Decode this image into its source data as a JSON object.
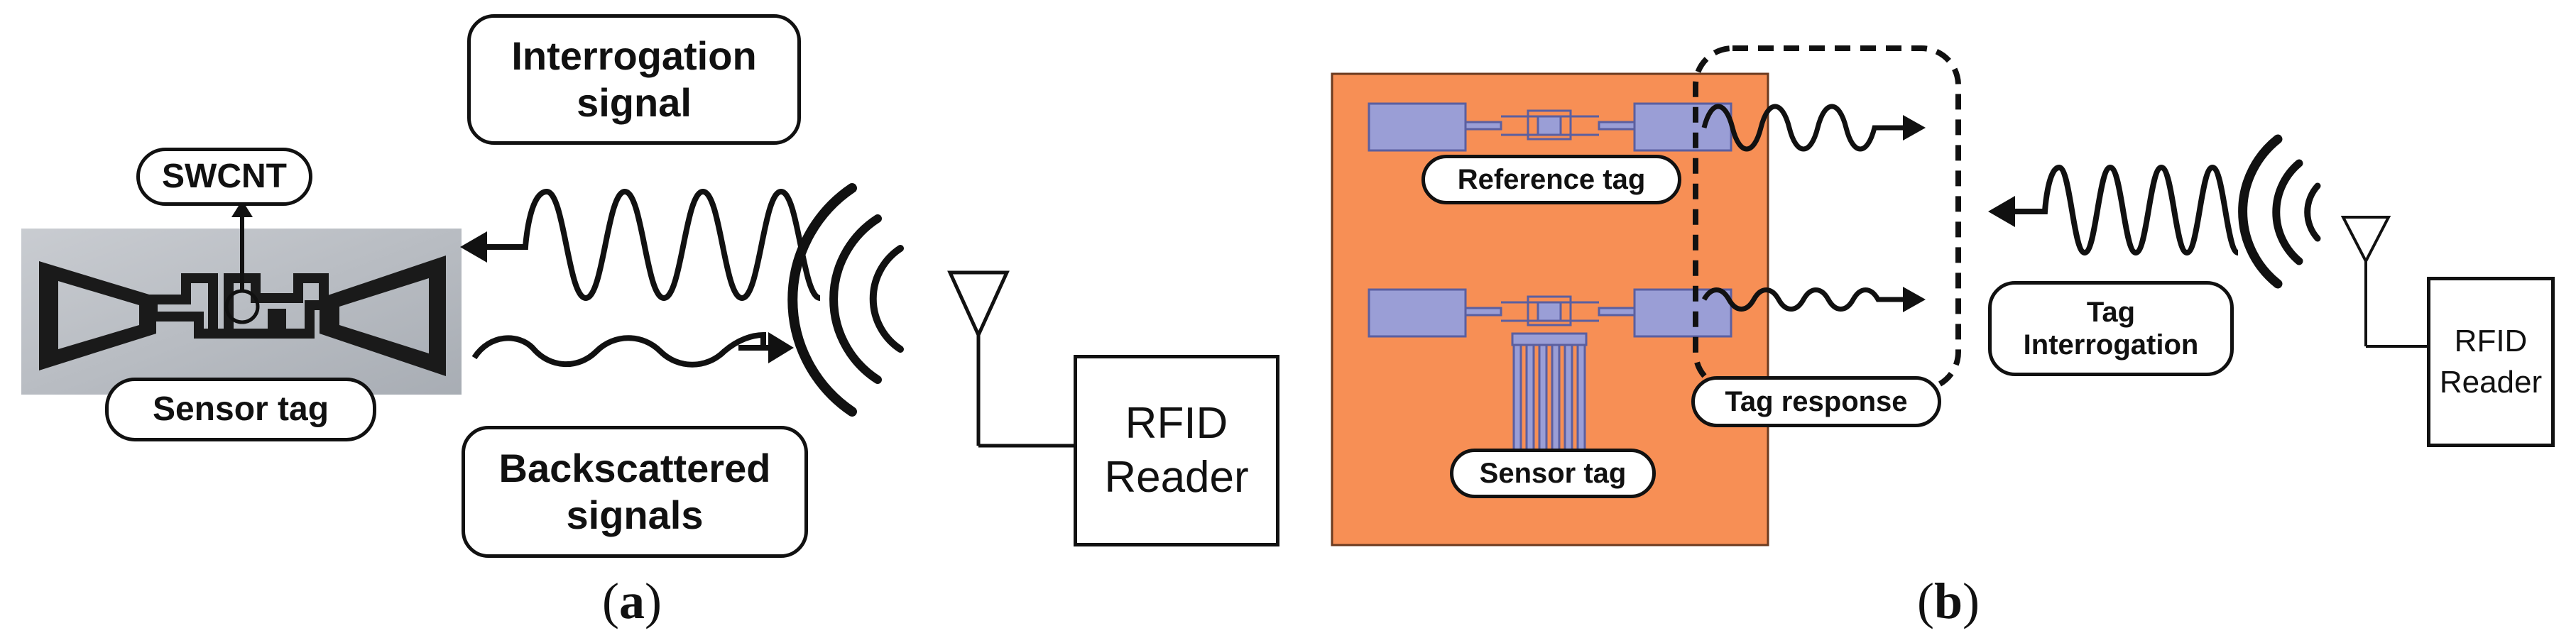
{
  "panel_a": {
    "swcnt_label": "SWCNT",
    "sensor_tag_label": "Sensor tag",
    "interrogation_label": "Interrogation\nsignal",
    "backscattered_label": "Backscattered\nsignals",
    "reader_line1": "RFID",
    "reader_line2": "Reader",
    "caption_open": "(",
    "caption_letter": "a",
    "caption_close": ")"
  },
  "panel_b": {
    "reference_tag_label": "Reference tag",
    "sensor_tag_label": "Sensor tag",
    "tag_response_label": "Tag response",
    "tag_interrogation_label": "Tag\nInterrogation",
    "reader_line1": "RFID",
    "reader_line2": "Reader",
    "caption_open": "(",
    "caption_letter": "b",
    "caption_close": ")"
  },
  "colors": {
    "substrate": "#f78f55",
    "tag_fill": "#9a9ed6",
    "tag_stroke": "#5b5fa0",
    "photo_bg": "#b9bec4",
    "line": "#111111"
  }
}
